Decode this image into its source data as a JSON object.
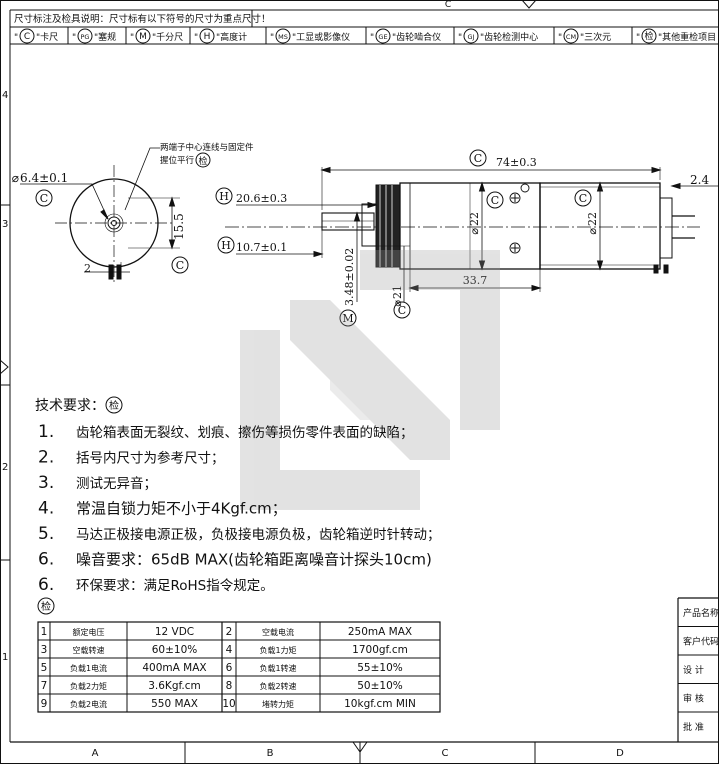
{
  "border": {
    "col_top": [
      "C"
    ],
    "col_bottom": [
      "A",
      "B",
      "C",
      "D"
    ],
    "row_left": [
      "4",
      "3",
      "2",
      "1"
    ]
  },
  "legend": {
    "title": "尺寸标注及检具说明：尺寸标有以下符号的尺寸为重点尺寸！",
    "items": [
      {
        "sym": "C",
        "label": "卡尺"
      },
      {
        "sym": "PG",
        "label": "塞规"
      },
      {
        "sym": "M",
        "label": "千分尺"
      },
      {
        "sym": "H",
        "label": "高度计"
      },
      {
        "sym": "MS",
        "label": "工显或影像仪"
      },
      {
        "sym": "GE",
        "label": "齿轮啮合仪"
      },
      {
        "sym": "GJ",
        "label": "齿轮检测中心"
      },
      {
        "sym": "CM",
        "label": "三次元"
      },
      {
        "sym": "检",
        "label": "其他重检项目"
      }
    ]
  },
  "front_view": {
    "note_line1": "两端子中心连线与固定件",
    "note_line2": "握位平行",
    "note_badge": "检",
    "dia_label": "6.4±0.1",
    "dia_badge": "C",
    "height_label": "15.5",
    "height_badge": "C",
    "width_label": "2"
  },
  "side_view": {
    "length_badge": "C",
    "length_label": "74±0.3",
    "h1_badge": "H",
    "h1_label": "20.6±0.3",
    "h2_badge": "H",
    "h2_label": "10.7±0.1",
    "shaft_badge": "M",
    "shaft_label": "3.48±0.02",
    "boss_badge": "C",
    "boss_label": "21",
    "gear_dia_badge": "C",
    "gear_dia_label": "22",
    "motor_dia_badge": "C",
    "motor_dia_label": "22",
    "gear_len_label": "33.7",
    "right_label": "2.4"
  },
  "requirements": {
    "title": "技术要求：",
    "badge": "检",
    "items": [
      {
        "num": "1.",
        "text": "齿轮箱表面无裂纹、划痕、擦伤等损伤零件表面的缺陷；"
      },
      {
        "num": "2.",
        "text": "括号内尺寸为参考尺寸；"
      },
      {
        "num": "3.",
        "text": "测试无异音；"
      },
      {
        "num": "4.",
        "text": "常温自锁力矩不小于4Kgf.cm；"
      },
      {
        "num": "5.",
        "text": "马达正极接电源正极，负极接电源负极，齿轮箱逆时针转动；"
      },
      {
        "num": "6.",
        "text": "噪音要求：65dB MAX(齿轮箱距离噪音计探头10cm)"
      },
      {
        "num": "6.",
        "text": "环保要求：满足RoHS指令规定。"
      }
    ],
    "table_badge": "检"
  },
  "spec_table": [
    [
      "1",
      "额定电压",
      "12 VDC",
      "2",
      "空载电流",
      "250mA MAX"
    ],
    [
      "3",
      "空载转速",
      "60±10%",
      "4",
      "负载1力矩",
      "1700gf.cm"
    ],
    [
      "5",
      "负载1电流",
      "400mA MAX",
      "6",
      "负载1转速",
      "55±10%"
    ],
    [
      "7",
      "负载2力矩",
      "3.6Kgf.cm",
      "8",
      "负载2转速",
      "50±10%"
    ],
    [
      "9",
      "负载2电流",
      "550 MAX",
      "10",
      "堵转力矩",
      "10kgf.cm MIN"
    ]
  ],
  "title_block": [
    "产品名称",
    "客户代码",
    "设 计",
    "审 核",
    "批 准"
  ]
}
